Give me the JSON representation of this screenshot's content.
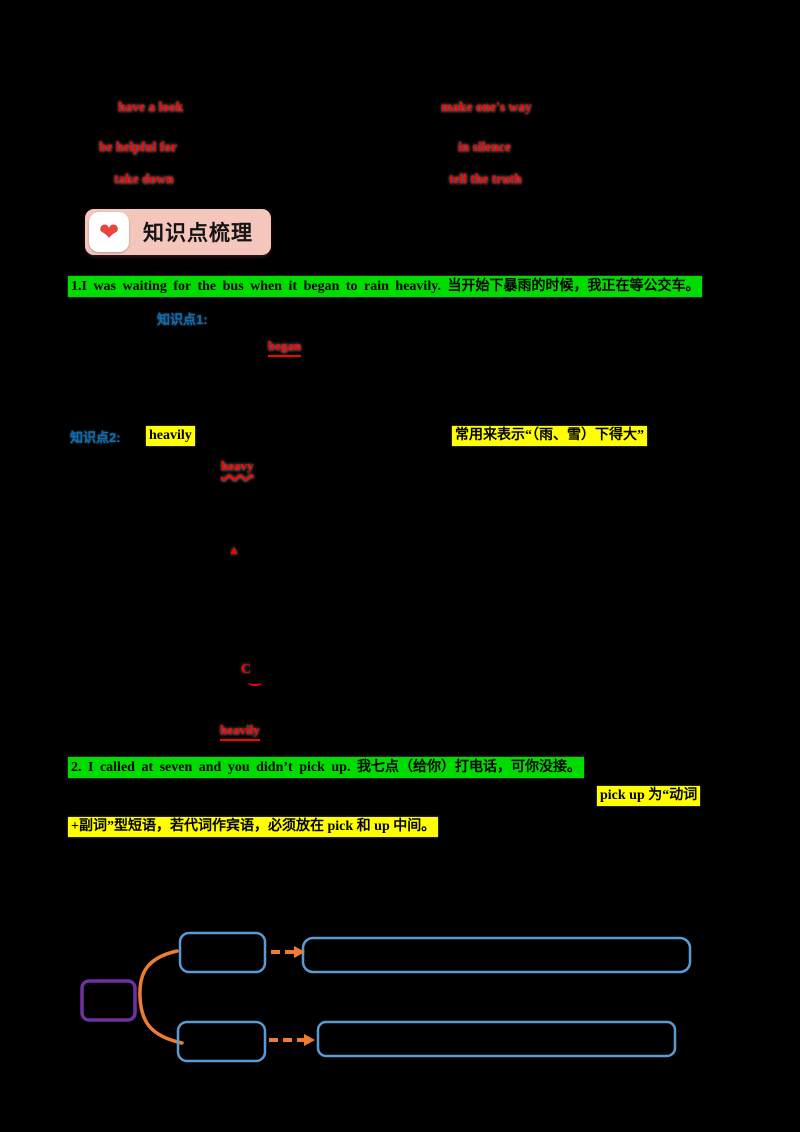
{
  "phrases": {
    "left": [
      "have a look",
      "be helpful for",
      "take down"
    ],
    "right": [
      "make one's way",
      "in silence",
      "tell the truth"
    ]
  },
  "header": {
    "icon": "❤",
    "title": "知识点梳理"
  },
  "sentence1": "1.I was waiting for the bus when it began to rain heavily. 当开始下暴雨的时候，我正在等公交车。",
  "kp1": {
    "label": "知识点1:",
    "word_began": "began"
  },
  "kp2": {
    "label": "知识点2:",
    "word_heavily": "heavily",
    "note": "常用来表示“（雨、雪）下得大”",
    "word_heavy": "heavy",
    "triangle_marker": "▲",
    "letter_marker": "C",
    "word_heavily2": "heavily"
  },
  "sentence2": "2. I called at seven and you didn’t pick up. 我七点（给你）打电话，可你没接。",
  "note2": {
    "part1": "pick up 为“动词",
    "part2": "+副词”型短语，若代词作宾语，必须放在 pick 和 up 中间。"
  },
  "colors": {
    "green_highlight": "#00db00",
    "yellow_highlight": "#ffff00",
    "red_text": "#ff0000",
    "blue_label": "#0070c0",
    "header_bg": "#f5c6bc",
    "purple_border": "#7030a0",
    "blue_border": "#5b9bd5",
    "orange_connector": "#ed7d31"
  }
}
